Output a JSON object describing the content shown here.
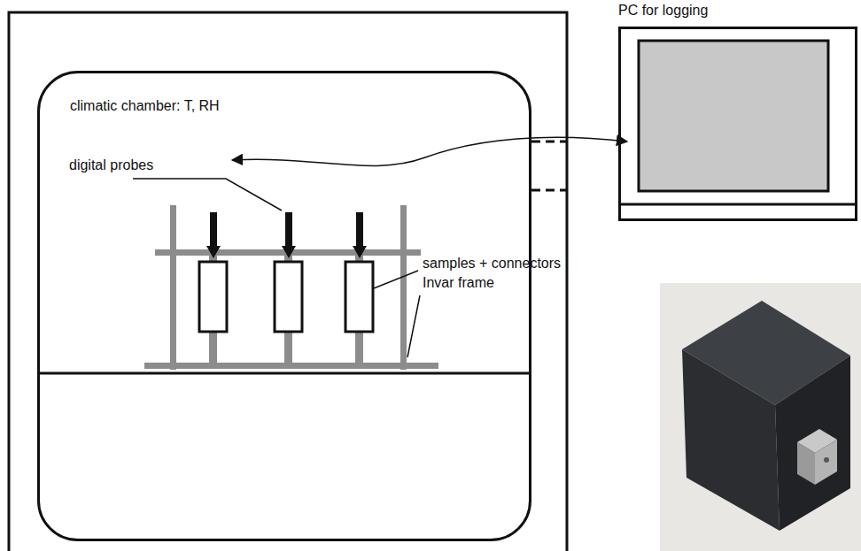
{
  "diagram": {
    "nodes": [
      {
        "text": [
          "climatic chamber: T, RH"
        ]
      },
      {
        "text": [
          "PC for logging"
        ]
      }
    ],
    "labels": [
      "digital probes",
      "samples + connectors",
      "Invar frame"
    ]
  }
}
